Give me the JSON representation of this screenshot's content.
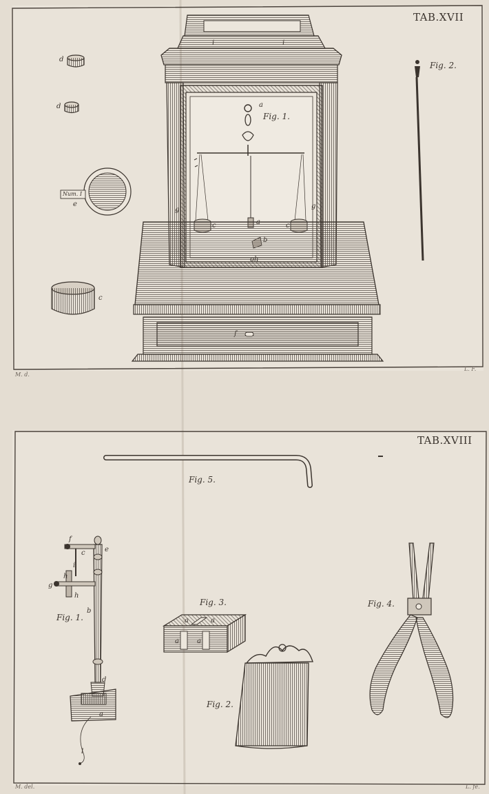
{
  "plate_upper": {
    "title": "TAB.XVII",
    "figures": {
      "fig1": "Fig. 1.",
      "fig2": "Fig. 2."
    },
    "letters": {
      "d1": "d",
      "d2": "d",
      "num_tag": "Num. I",
      "e": "e",
      "c_disc": "c",
      "a_top": "a",
      "g_left": "g",
      "g_right": "g",
      "c_left": "c",
      "c_right": "c",
      "a_mid": "a",
      "b": "b",
      "oh": "oh",
      "f": "f",
      "i1": "i",
      "i2": "i"
    },
    "signature_left": "M. d.",
    "signature_right": "L. F."
  },
  "plate_lower": {
    "title": "TAB.XVIII",
    "figures": {
      "fig1": "Fig. 1.",
      "fig2": "Fig. 2.",
      "fig3": "Fig. 3.",
      "fig4": "Fig. 4.",
      "fig5": "Fig. 5."
    },
    "letters": {
      "f": "f",
      "c": "c",
      "e": "e",
      "i": "i",
      "h1": "h",
      "g": "g",
      "h2": "h",
      "b": "b",
      "d": "d",
      "a": "a",
      "l": "l",
      "a3_1": "a",
      "a3_2": "a",
      "a3_3": "a",
      "a3_4": "a"
    },
    "signature_left": "M. del.",
    "signature_right": "L. fe."
  },
  "colors": {
    "paper": "#e4ddd2",
    "ink": "#3b342e",
    "plate_tint": "#e9e3d9"
  }
}
